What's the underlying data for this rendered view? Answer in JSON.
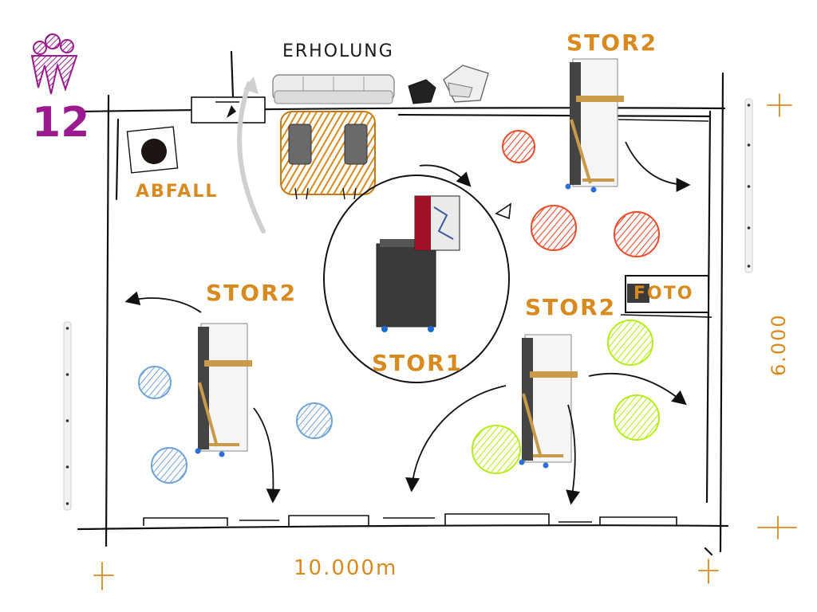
{
  "labels": {
    "people_count": "12",
    "erholung": "ERHOLUNG",
    "abfall": "ABFALL",
    "station_top_right": "STOR2",
    "station_mid_left": "STOR2",
    "station_mid_right": "STOR2",
    "station_center": "STOR1",
    "photo": "FOTO",
    "width_dimension": "10.000m",
    "height_dimension": "6.000"
  },
  "colors": {
    "ink": "#1a1a1a",
    "orange": "#d98a1e",
    "purple": "#9b1a8f",
    "red": "#ee4a2a",
    "blue": "#6fa4d8",
    "lime": "#b6ec1a",
    "grey": "#c9c9c9",
    "dark_panel": "#3d3d3d"
  },
  "icons": {
    "people": "people-group-icon",
    "bin": "waste-bin-icon",
    "sofa": "lounge-sofa-icon",
    "armchair": "armchair-icon",
    "table": "table-with-chairs-icon",
    "display_stand": "display-stand-icon",
    "booth": "photo-booth-icon"
  }
}
